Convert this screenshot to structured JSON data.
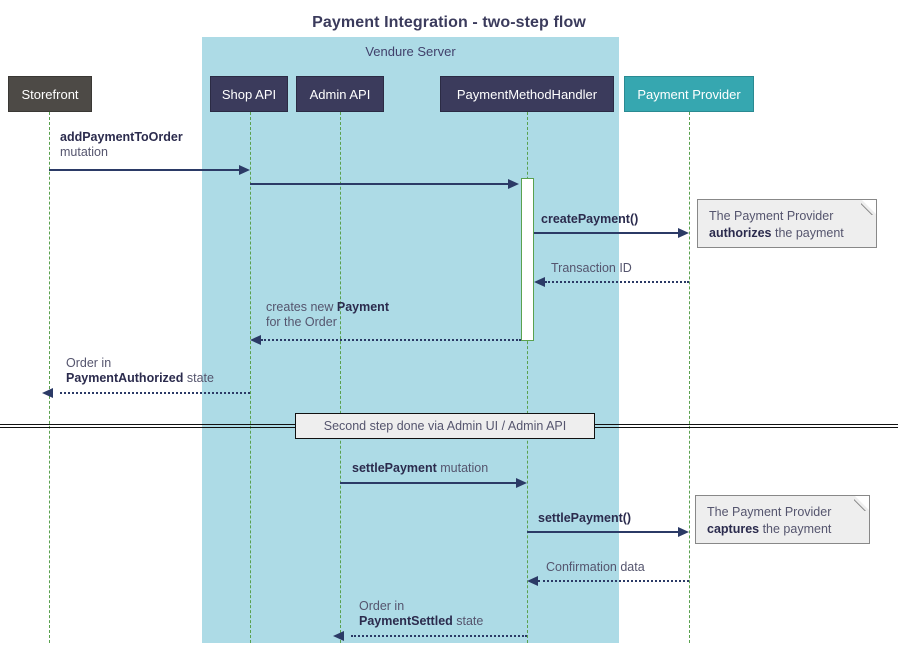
{
  "title": "Payment Integration - two-step flow",
  "group": {
    "label": "Vendure Server"
  },
  "participants": [
    {
      "name": "Storefront",
      "style": "gray"
    },
    {
      "name": "Shop API",
      "style": "navy"
    },
    {
      "name": "Admin API",
      "style": "navy"
    },
    {
      "name": "PaymentMethodHandler",
      "style": "navy"
    },
    {
      "name": "Payment Provider",
      "style": "teal"
    }
  ],
  "messages": [
    {
      "id": "add-payment-to-order",
      "from": "Storefront",
      "to": "Shop API",
      "kind": "solid",
      "direction": "right",
      "label_bold": "addPaymentToOrder",
      "label_plain": "",
      "label_line2": "mutation"
    },
    {
      "id": "shop-api-to-handler",
      "from": "Shop API",
      "to": "PaymentMethodHandler",
      "kind": "solid",
      "direction": "right",
      "label_bold": "",
      "label_plain": "",
      "label_line2": ""
    },
    {
      "id": "create-payment",
      "from": "PaymentMethodHandler",
      "to": "Payment Provider",
      "kind": "solid",
      "direction": "right",
      "label_bold": "createPayment()",
      "label_plain": "",
      "label_line2": ""
    },
    {
      "id": "transaction-id",
      "from": "Payment Provider",
      "to": "PaymentMethodHandler",
      "kind": "dotted",
      "direction": "left",
      "label_bold": "",
      "label_plain": "Transaction ID",
      "label_line2": ""
    },
    {
      "id": "creates-new-payment",
      "from": "PaymentMethodHandler",
      "to": "Shop API",
      "kind": "dotted",
      "direction": "left",
      "label_bold": "Payment",
      "label_plain": "creates new ",
      "label_line2": "for the Order"
    },
    {
      "id": "order-payment-authorized",
      "from": "Shop API",
      "to": "Storefront",
      "kind": "dotted",
      "direction": "left",
      "label_bold": "PaymentAuthorized",
      "label_plain": " state",
      "label_line2": "Order in"
    },
    {
      "id": "settle-payment-mutation",
      "from": "Admin API",
      "to": "PaymentMethodHandler",
      "kind": "solid",
      "direction": "right",
      "label_bold": "settlePayment",
      "label_plain": " mutation",
      "label_line2": ""
    },
    {
      "id": "settle-payment-call",
      "from": "PaymentMethodHandler",
      "to": "Payment Provider",
      "kind": "solid",
      "direction": "right",
      "label_bold": "settlePayment()",
      "label_plain": "",
      "label_line2": ""
    },
    {
      "id": "confirmation-data",
      "from": "Payment Provider",
      "to": "PaymentMethodHandler",
      "kind": "dotted",
      "direction": "left",
      "label_bold": "",
      "label_plain": "Confirmation data",
      "label_line2": ""
    },
    {
      "id": "order-payment-settled",
      "from": "PaymentMethodHandler",
      "to": "Admin API",
      "kind": "dotted",
      "direction": "left",
      "label_bold": "PaymentSettled",
      "label_plain": " state",
      "label_line2": "Order in"
    }
  ],
  "notes": [
    {
      "id": "note-authorizes",
      "line1": "The Payment Provider",
      "bold": "authorizes",
      "line2_rest": " the payment"
    },
    {
      "id": "note-captures",
      "line1": "The Payment Provider",
      "bold": "captures",
      "line2_rest": " the payment"
    }
  ],
  "divider": {
    "label": "Second step done via Admin UI / Admin API"
  },
  "colors": {
    "group_background": "#addbe6",
    "participant_gray": "#4d4a46",
    "participant_navy": "#3b3b5c",
    "participant_teal": "#36a7b0",
    "lifeline": "#5aa14f",
    "arrow": "#2b3a66",
    "note_background": "#eeeeee",
    "title": "#3b3b5c"
  }
}
